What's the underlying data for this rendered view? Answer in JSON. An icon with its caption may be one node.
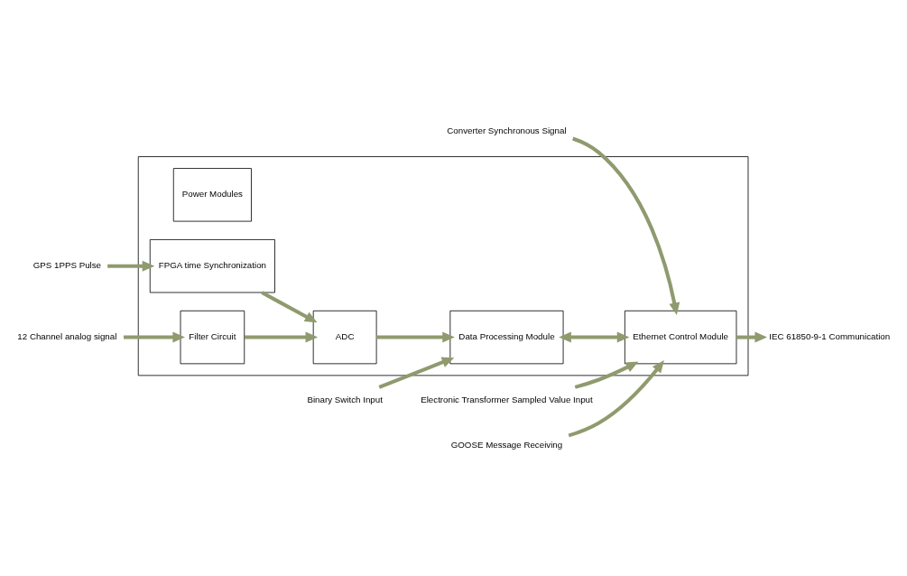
{
  "diagram": {
    "nodes": [
      {
        "text": [],
        "shape": "box"
      },
      {
        "text": [
          "GPS 1PPS Pulse"
        ]
      },
      {
        "text": [
          "Power Modules"
        ],
        "in": 0
      },
      {
        "text": [
          "FPGA time Synchronization"
        ],
        "in": 0
      },
      {
        "text": [
          "Ethernet Control Module"
        ],
        "in": 0
      },
      {
        "text": [
          "Filter Circuit"
        ],
        "in": 0
      },
      {
        "text": [
          "ADC"
        ],
        "in": 0
      },
      {
        "text": [
          "Data Processing Module"
        ],
        "in": 0
      },
      {
        "text": [
          "Converter Synchronous Signal"
        ]
      },
      {
        "text": [
          "Electronic Transformer Sampled Value Input"
        ]
      },
      {
        "text": [
          "IEC 61850-9-1 Communication"
        ]
      },
      {
        "text": [
          "GOOSE Message Receiving"
        ]
      },
      {
        "text": [
          "12 Channel analog signal"
        ]
      },
      {
        "text": [
          "Binary Switch Input"
        ]
      }
    ],
    "edges": [
      {
        "from": 1,
        "to": 3,
        "arrow": "to"
      },
      {
        "from": 3,
        "to": 6,
        "arrow": "to"
      },
      {
        "from": 5,
        "to": 6,
        "arrow": "to"
      },
      {
        "from": 6,
        "to": 7,
        "arrow": "to"
      },
      {
        "from": 7,
        "to": 4,
        "arrow": "both"
      },
      {
        "from": 8,
        "to": 4,
        "arrow": "to"
      },
      {
        "from": 9,
        "to": 4,
        "arrow": "to"
      },
      {
        "from": 4,
        "to": 10,
        "arrow": "to"
      },
      {
        "from": 11,
        "to": 4,
        "arrow": "to"
      },
      {
        "from": 12,
        "to": 5,
        "arrow": "to"
      },
      {
        "from": 13,
        "to": 7,
        "arrow": "to"
      }
    ]
  }
}
